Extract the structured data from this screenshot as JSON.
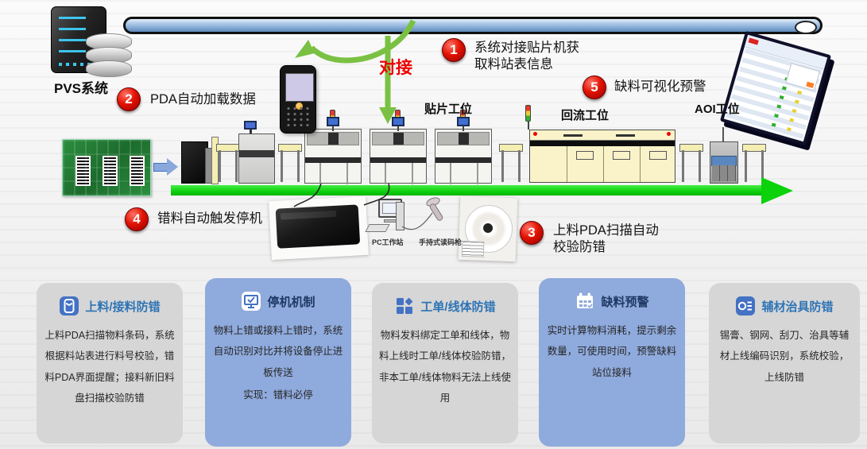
{
  "colors": {
    "card_blue": "#8FAADC",
    "card_gray": "#D6D6D6",
    "title_blue": "#2E74B5",
    "title_navy": "#1F3864",
    "badge_red": "#E21303",
    "arrow_green": "#7AC143",
    "conveyor_green": "#0ED00E",
    "pipe_blue": "#6F9AC8"
  },
  "diagram": {
    "pvs_label": "PVS系统",
    "connect_label": "对接",
    "callout1": {
      "num": "1",
      "line1": "系统对接贴片机获",
      "line2": "取料站表信息"
    },
    "callout2": {
      "num": "2",
      "line1": "PDA自动加载数据",
      "line2": ""
    },
    "callout3": {
      "num": "3",
      "line1": "上料PDA扫描自动",
      "line2": "校验防错"
    },
    "callout4": {
      "num": "4",
      "line1": "错料自动触发停机",
      "line2": ""
    },
    "callout5": {
      "num": "5",
      "line1": "缺料可视化预警",
      "line2": ""
    },
    "stations": {
      "smt": "贴片工位",
      "reflow": "回流工位",
      "aoi": "AOI工位"
    },
    "devices": {
      "pc": "PC工作站",
      "scanner": "手持式读码枪"
    }
  },
  "cards": [
    {
      "title": "上料/接料防错",
      "icon": "pda-icon",
      "body": "上料PDA扫描物料条码，系统根据料站表进行料号校验，错料PDA界面提醒；接料新旧料盘扫描校验防错",
      "body2": ""
    },
    {
      "title": "停机机制",
      "icon": "monitor-check-icon",
      "body": "物料上错或接料上错时，系统自动识别对比并将设备停止进板传送",
      "body2": "实现：错料必停"
    },
    {
      "title": "工单/线体防错",
      "icon": "blocks-icon",
      "body": "物料发料绑定工单和线体，物料上线时工单/线体校验防错，非本工单/线体物料无法上线使用",
      "body2": ""
    },
    {
      "title": "缺料预警",
      "icon": "calendar-icon",
      "body": "实时计算物料消耗，提示剩余数量，可使用时间，预警缺料站位接料",
      "body2": ""
    },
    {
      "title": "辅材治具防错",
      "icon": "code-list-icon",
      "body": "锡膏、钢网、刮刀、治具等辅材上线编码识别，系统校验，上线防错",
      "body2": ""
    }
  ]
}
